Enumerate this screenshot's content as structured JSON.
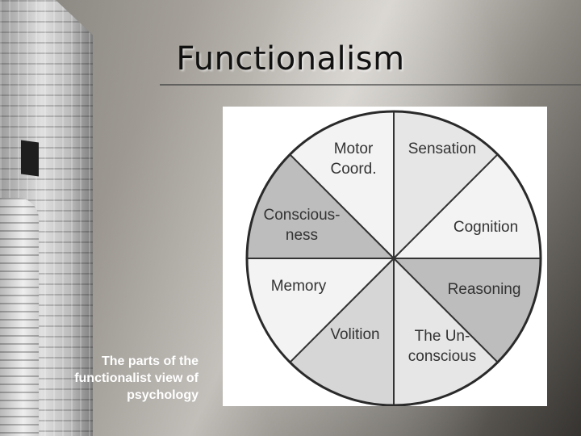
{
  "slide": {
    "title": "Functionalism",
    "caption": "The parts of the\nfunctionalist view of\npsychology"
  },
  "diagram": {
    "type": "pie-wheel",
    "segments": [
      {
        "id": "sensation",
        "lines": [
          "Sensation"
        ],
        "fill": "#e6e6e6"
      },
      {
        "id": "cognition",
        "lines": [
          "Cognition"
        ],
        "fill": "#f3f3f3"
      },
      {
        "id": "reasoning",
        "lines": [
          "Reasoning"
        ],
        "fill": "#bdbdbd"
      },
      {
        "id": "unconscious",
        "lines": [
          "The Un-",
          "conscious"
        ],
        "fill": "#e6e6e6"
      },
      {
        "id": "volition",
        "lines": [
          "Volition"
        ],
        "fill": "#d6d6d6"
      },
      {
        "id": "memory",
        "lines": [
          "Memory"
        ],
        "fill": "#f3f3f3"
      },
      {
        "id": "consciousness",
        "lines": [
          "Conscious-",
          "ness"
        ],
        "fill": "#bdbdbd"
      },
      {
        "id": "motor",
        "lines": [
          "Motor",
          "Coord."
        ],
        "fill": "#f3f3f3"
      }
    ]
  }
}
